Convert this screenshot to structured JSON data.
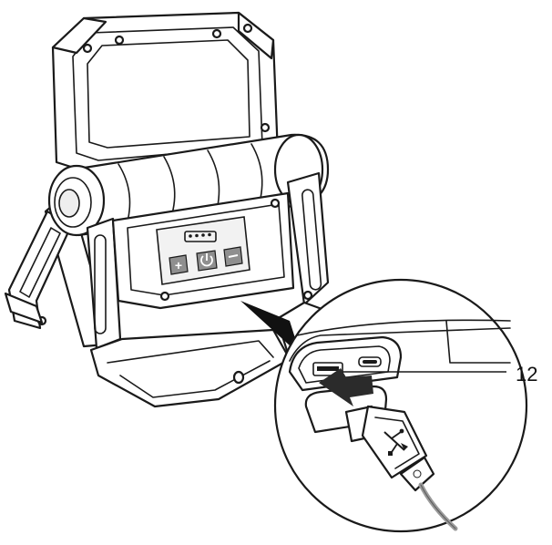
{
  "callout": {
    "label": "12"
  },
  "control_panel": {
    "buttons": [
      {
        "name": "plus-button",
        "glyph": "+"
      },
      {
        "name": "power-button",
        "glyph": "power-icon"
      },
      {
        "name": "minus-button",
        "glyph": "−"
      }
    ],
    "battery_indicator_dots": 4
  },
  "colors": {
    "stroke": "#1a1a1a",
    "panel_fill": "#f2f2f2",
    "button_fill": "#8f8f8f",
    "cable": "#9a9a9a",
    "arrow": "#2b2b2b"
  }
}
